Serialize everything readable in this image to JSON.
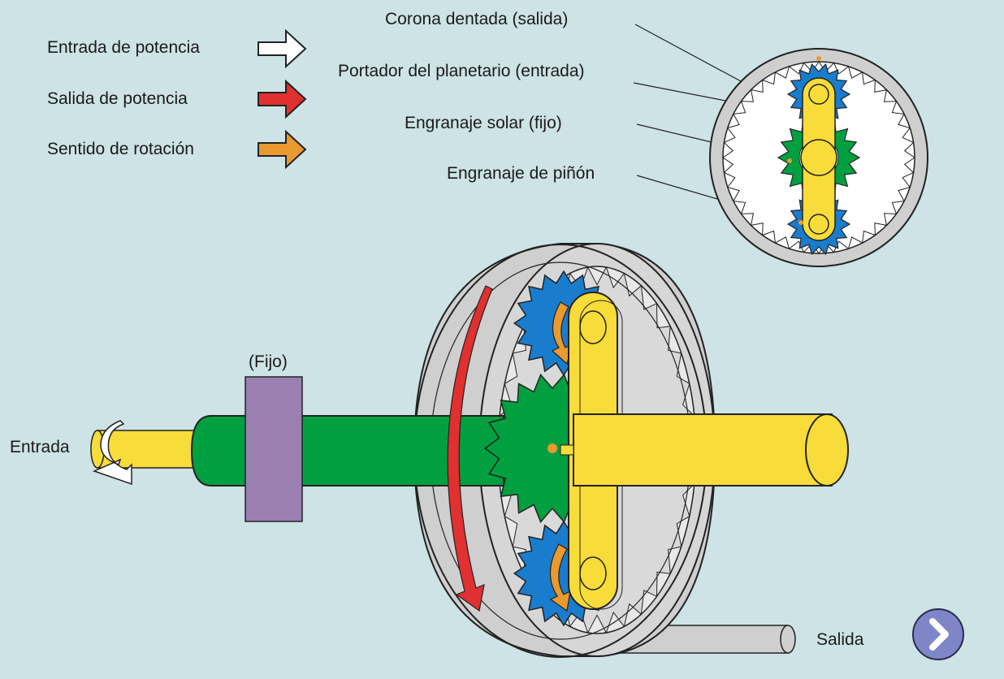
{
  "legend": {
    "power_in": "Entrada de potencia",
    "power_out": "Salida de potencia",
    "rotation": "Sentido de rotación"
  },
  "callouts": {
    "ring_gear": "Corona dentada (salida)",
    "planet_carrier": "Portador del planetario (entrada)",
    "sun_gear": "Engranaje solar (fijo)",
    "pinion_gear": "Engranaje de piñón"
  },
  "labels": {
    "fixed": "(Fijo)",
    "input": "Entrada",
    "output": "Salida"
  },
  "colors": {
    "background": "#cde3e6",
    "power_in_arrow": "#ffffff",
    "power_out_arrow": "#e03030",
    "rotation_arrow": "#e89a30",
    "sun_gear": "#00a040",
    "pinion_gear": "#1a7ccc",
    "carrier": "#f7dc3a",
    "ring_gear": "#cfcfcf",
    "brake": "#9a80b0",
    "next_button": "#7f86c8"
  },
  "icons": {
    "next": "chevron-right-icon"
  }
}
